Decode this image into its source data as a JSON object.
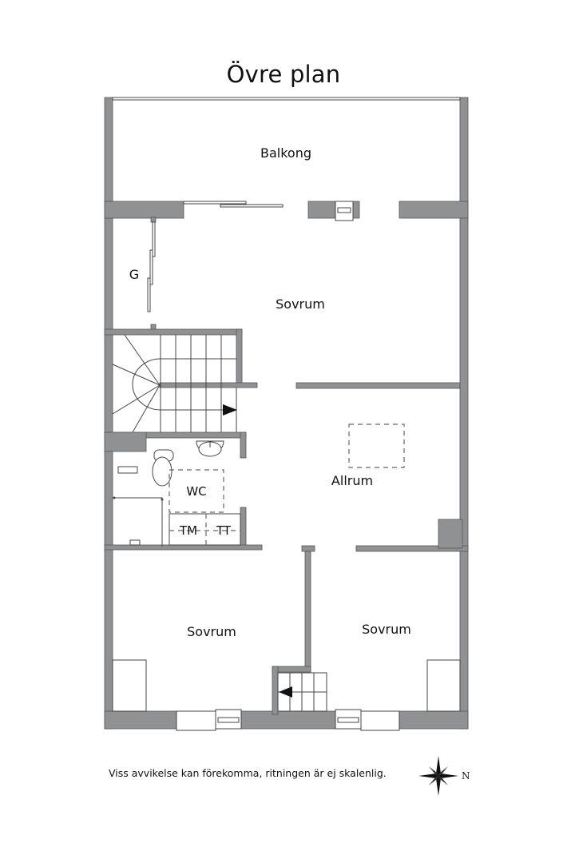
{
  "title": "Övre plan",
  "rooms": {
    "balcony": "Balkong",
    "closet": "G",
    "bedroom_top": "Sovrum",
    "living": "Allrum",
    "wc": "WC",
    "washer": "TM",
    "dryer": "TT",
    "bedroom_bottom_left": "Sovrum",
    "bedroom_bottom_right": "Sovrum"
  },
  "footer": {
    "disclaimer": "Viss avvikelse kan förekomma, ritningen är ej skalenlig.",
    "compass_label": "N"
  },
  "colors": {
    "wall": "#8f9192",
    "background": "#ffffff",
    "text": "#111111"
  }
}
